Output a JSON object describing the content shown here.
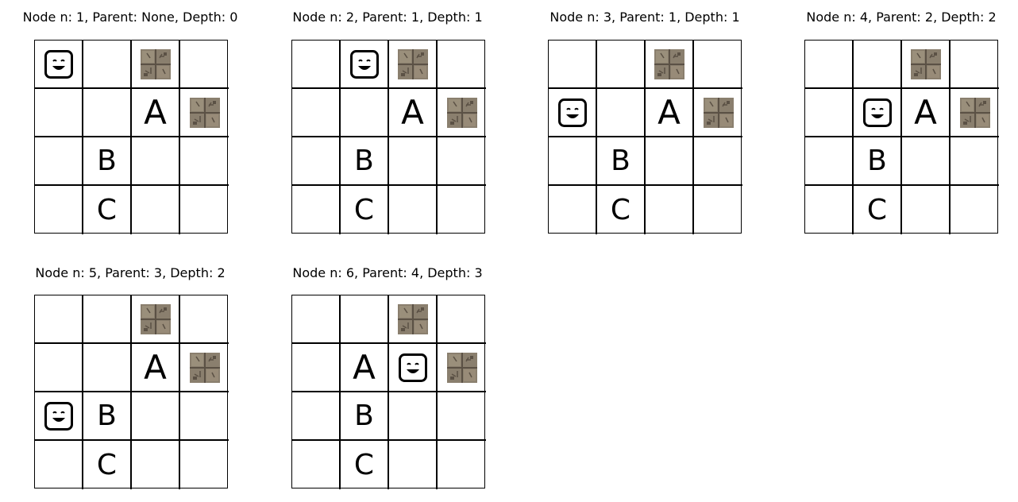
{
  "colors": {
    "wall": "#8a7f6e",
    "wall_dark": "#5b5145",
    "wall_light": "#a89c86"
  },
  "icons": {
    "agent": "smiley-agent-icon",
    "wall": "stone-wall-icon"
  },
  "panels": [
    {
      "title": "Node n: 1, Parent: None, Depth: 0",
      "cells": [
        [
          "agent",
          "",
          "wall",
          ""
        ],
        [
          "",
          "",
          "A",
          "wall"
        ],
        [
          "",
          "B",
          "",
          ""
        ],
        [
          "",
          "C",
          "",
          ""
        ]
      ]
    },
    {
      "title": "Node n: 2, Parent: 1, Depth: 1",
      "cells": [
        [
          "",
          "agent",
          "wall",
          ""
        ],
        [
          "",
          "",
          "A",
          "wall"
        ],
        [
          "",
          "B",
          "",
          ""
        ],
        [
          "",
          "C",
          "",
          ""
        ]
      ]
    },
    {
      "title": "Node n: 3, Parent: 1, Depth: 1",
      "cells": [
        [
          "",
          "",
          "wall",
          ""
        ],
        [
          "agent",
          "",
          "A",
          "wall"
        ],
        [
          "",
          "B",
          "",
          ""
        ],
        [
          "",
          "C",
          "",
          ""
        ]
      ]
    },
    {
      "title": "Node n: 4, Parent: 2, Depth: 2",
      "cells": [
        [
          "",
          "",
          "wall",
          ""
        ],
        [
          "",
          "agent",
          "A",
          "wall"
        ],
        [
          "",
          "B",
          "",
          ""
        ],
        [
          "",
          "C",
          "",
          ""
        ]
      ]
    },
    {
      "title": "Node n: 5, Parent: 3, Depth: 2",
      "cells": [
        [
          "",
          "",
          "wall",
          ""
        ],
        [
          "",
          "",
          "A",
          "wall"
        ],
        [
          "agent",
          "B",
          "",
          ""
        ],
        [
          "",
          "C",
          "",
          ""
        ]
      ]
    },
    {
      "title": "Node n: 6, Parent: 4, Depth: 3",
      "cells": [
        [
          "",
          "",
          "wall",
          ""
        ],
        [
          "",
          "A",
          "agent",
          "wall"
        ],
        [
          "",
          "B",
          "",
          ""
        ],
        [
          "",
          "C",
          "",
          ""
        ]
      ]
    }
  ]
}
